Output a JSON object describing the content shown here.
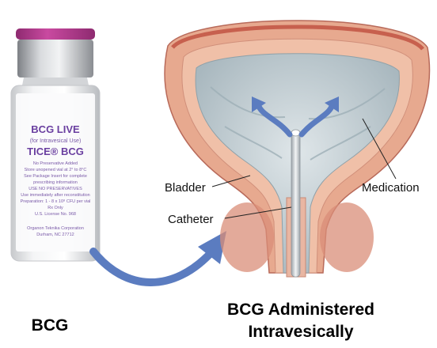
{
  "vial": {
    "title": "BCG LIVE",
    "subtitle": "(for Intravesical Use)",
    "brand": "TICE® BCG",
    "fine_print": [
      "No Preservative Added",
      "Store unopened vial at 2° to 8°C",
      "See Package Insert for complete",
      "prescribing information",
      "USE NO PRESERVATIVES",
      "Use immediately after reconstitution",
      "Preparation: 1 - 8 x 10⁸ CFU per vial",
      "Rx Only",
      "U.S. License No. 968"
    ],
    "manufacturer": [
      "Organon Teknika Corporation",
      "Durham, NC 27712"
    ]
  },
  "labels": {
    "bladder": "Bladder",
    "catheter": "Catheter",
    "medication": "Medication"
  },
  "captions": {
    "left": "BCG",
    "right_line1": "BCG Administered",
    "right_line2": "Intravesically"
  },
  "colors": {
    "cap": "#b23a8e",
    "arrow": "#5b7cc0",
    "bladder_wall": "#e7a98f",
    "lumen": "#c9d3d8"
  }
}
